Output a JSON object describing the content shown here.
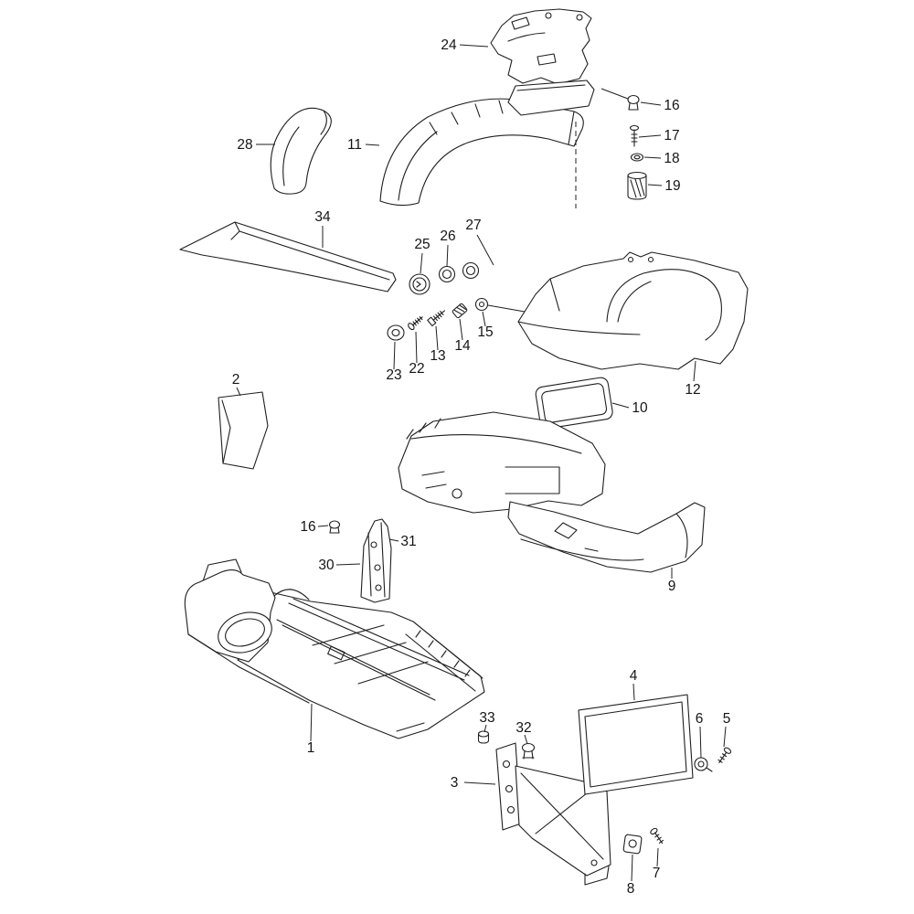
{
  "diagram": {
    "background_color": "#ffffff",
    "line_color": "#1f1f1f",
    "pad_dot_color": "#555555",
    "callouts": [
      {
        "label": "24"
      },
      {
        "label": "16"
      },
      {
        "label": "17"
      },
      {
        "label": "18"
      },
      {
        "label": "19"
      },
      {
        "label": "28"
      },
      {
        "label": "11"
      },
      {
        "label": "34"
      },
      {
        "label": "25"
      },
      {
        "label": "26"
      },
      {
        "label": "27"
      },
      {
        "label": "15"
      },
      {
        "label": "14"
      },
      {
        "label": "13"
      },
      {
        "label": "22"
      },
      {
        "label": "23"
      },
      {
        "label": "12"
      },
      {
        "label": "2"
      },
      {
        "label": "10"
      },
      {
        "label": "16"
      },
      {
        "label": "31"
      },
      {
        "label": "30"
      },
      {
        "label": "9"
      },
      {
        "label": "1"
      },
      {
        "label": "33"
      },
      {
        "label": "32"
      },
      {
        "label": "4"
      },
      {
        "label": "6"
      },
      {
        "label": "5"
      },
      {
        "label": "3"
      },
      {
        "label": "7"
      },
      {
        "label": "8"
      }
    ]
  }
}
